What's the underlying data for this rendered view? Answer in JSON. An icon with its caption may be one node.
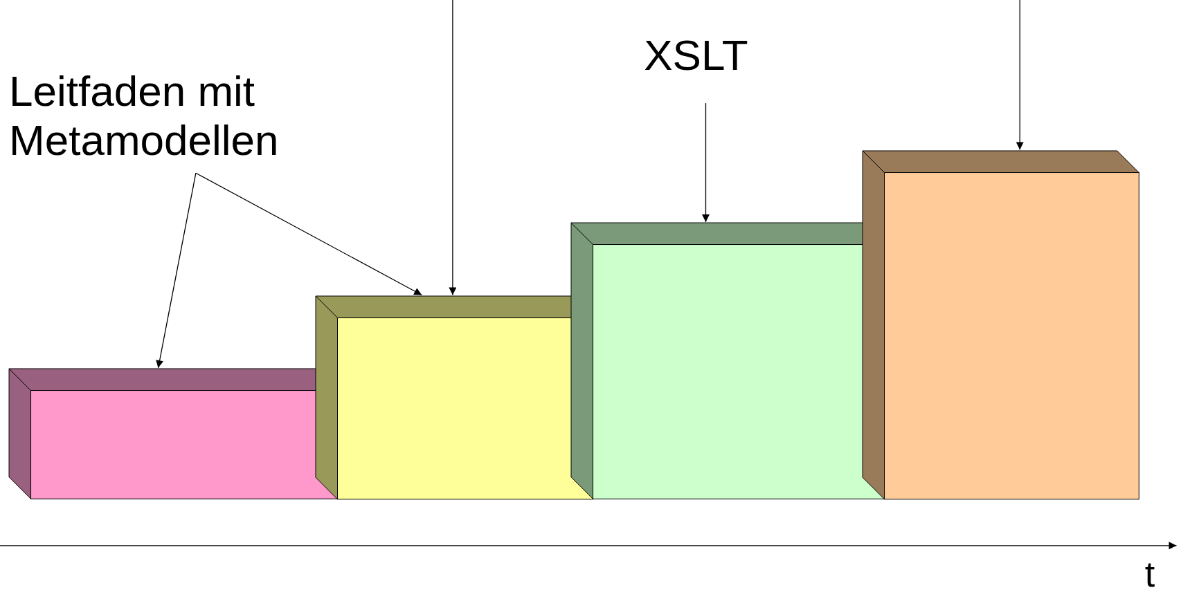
{
  "diagram": {
    "nodes": [
      {
        "text": [],
        "shape": "box"
      },
      {
        "text": [],
        "shape": "box"
      },
      {
        "text": [],
        "shape": "box"
      },
      {
        "text": [],
        "shape": "box"
      },
      {
        "text": [
          "Leitfaden mit Metamodellen"
        ]
      },
      {
        "text": [
          "XSLT"
        ]
      }
    ],
    "edges": [
      {
        "from": 4,
        "to": 0,
        "arrow": "to"
      },
      {
        "from": 4,
        "to": 1,
        "arrow": "to"
      },
      {
        "from": null,
        "to": 1,
        "arrow": "to"
      },
      {
        "from": 5,
        "to": 2,
        "arrow": "to"
      },
      {
        "from": null,
        "to": 3,
        "arrow": "to"
      }
    ],
    "labels": [
      "t"
    ]
  }
}
